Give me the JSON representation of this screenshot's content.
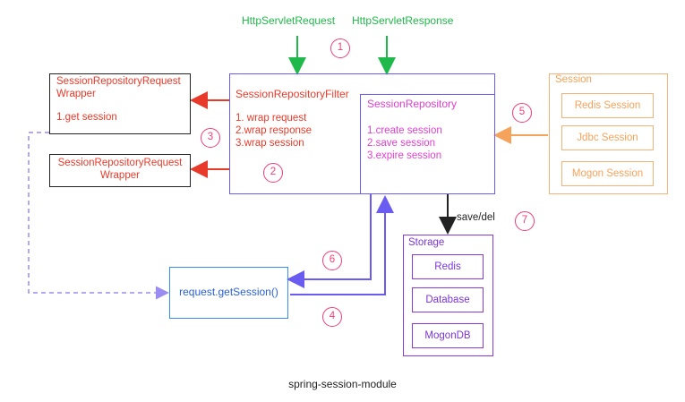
{
  "top_labels": {
    "request": "HttpServletRequest",
    "response": "HttpServletResponse"
  },
  "filter": {
    "title": "SessionRepositoryFilter",
    "items": [
      "1. wrap request",
      "2.wrap response",
      "3.wrap session"
    ]
  },
  "repository": {
    "title": "SessionRepository",
    "items": [
      "1.create session",
      "2.save session",
      "3.expire session"
    ]
  },
  "wrapper_top": {
    "line1": "SessionRepositoryRequest",
    "line2": "Wrapper",
    "item": "1.get session"
  },
  "wrapper_bottom": {
    "line1": "SessionRepositoryRequest",
    "line2": "Wrapper"
  },
  "session": {
    "title": "Session",
    "items": [
      "Redis Session",
      "Jdbc Session",
      "Mogon Session"
    ]
  },
  "storage": {
    "title": "Storage",
    "items": [
      "Redis",
      "Database",
      "MogonDB"
    ]
  },
  "get_session": "request.getSession()",
  "save_del": "save/del",
  "steps": [
    "1",
    "2",
    "3",
    "4",
    "5",
    "6",
    "7"
  ],
  "caption": "spring-session-module",
  "colors": {
    "filter_border": "#6a5cf0",
    "wrapper_border": "#222222",
    "arrow_red": "#e83a2a",
    "arrow_green": "#1fb84a",
    "session_border": "#f5b27a",
    "storage_border": "#8a3ad8",
    "get_session_border": "#3a8cf0",
    "arrow_blue": "#6a5cf0",
    "arrow_black": "#222222",
    "step_pink": "#f03c7a"
  }
}
